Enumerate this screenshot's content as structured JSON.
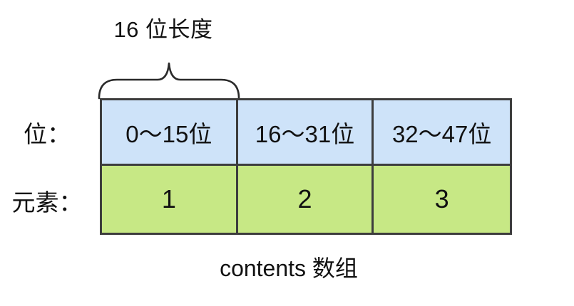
{
  "diagram": {
    "title": "16 位长度",
    "row_labels": {
      "bits": "位：",
      "elements": "元素："
    },
    "bit_cells": [
      "0～15位",
      "16～31位",
      "32～47位"
    ],
    "element_cells": [
      "1",
      "2",
      "3"
    ],
    "caption": "contents 数组",
    "colors": {
      "bits_row": "#cee3f9",
      "elements_row": "#c7e885",
      "border": "#3d3d3d",
      "brace": "#2a2a2a",
      "text": "#111111"
    }
  }
}
